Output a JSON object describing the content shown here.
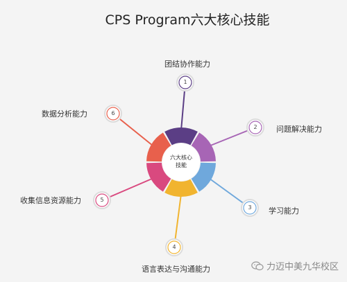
{
  "title": "CPS Program六大核心技能",
  "center": {
    "line1": "六大核心",
    "line2": "技能"
  },
  "skills": [
    {
      "num": "1",
      "label": "团结协作能力",
      "color": "#5b3e85"
    },
    {
      "num": "2",
      "label": "问题解决能力",
      "color": "#a765b5"
    },
    {
      "num": "3",
      "label": "学习能力",
      "color": "#6fa8dc"
    },
    {
      "num": "4",
      "label": "语言表达与沟通能力",
      "color": "#f1b42f"
    },
    {
      "num": "5",
      "label": "收集信息资源能力",
      "color": "#d9497f"
    },
    {
      "num": "6",
      "label": "数据分析能力",
      "color": "#e8604c"
    }
  ],
  "watermark": {
    "text": "力迈中美九华校区",
    "icon": "wechat-icon"
  }
}
